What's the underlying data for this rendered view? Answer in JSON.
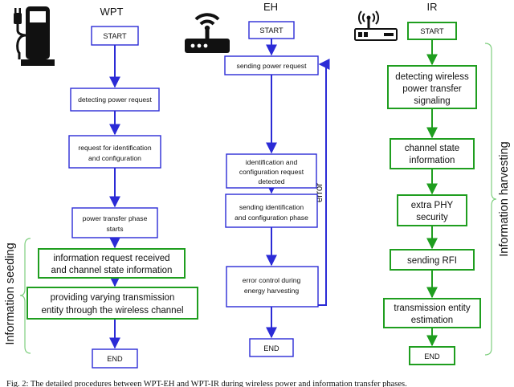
{
  "columns": {
    "wpt": {
      "title": "WPT",
      "start": "START",
      "steps": [
        [
          "detecting power request"
        ],
        [
          "request for identification",
          "and configuration"
        ],
        [
          "power transfer phase",
          "starts"
        ],
        [
          "information request received",
          "and channel state information"
        ],
        [
          "providing varying transmission",
          "entity through the wireless channel"
        ]
      ],
      "end": "END"
    },
    "eh": {
      "title": "EH",
      "start": "START",
      "steps": [
        [
          "sending power request"
        ],
        [
          "identification and",
          "configuration request",
          "detected"
        ],
        [
          "sending identification",
          "and configuration phase"
        ],
        [
          "error control during",
          "energy harvesting"
        ]
      ],
      "end": "END",
      "loop_label": "error"
    },
    "ir": {
      "title": "IR",
      "start": "START",
      "steps": [
        [
          "detecting wireless",
          "power transfer",
          "signaling"
        ],
        [
          "channel state",
          "information"
        ],
        [
          "extra PHY",
          "security"
        ],
        [
          "sending RFI"
        ],
        [
          "transmission entity",
          "estimation"
        ]
      ],
      "end": "END"
    }
  },
  "side_labels": {
    "left": "Information seeding",
    "right": "Information harvesting"
  },
  "caption": "Fig. 2: The detailed procedures between WPT-EH and WPT-IR during wireless power and information transfer phases.",
  "colors": {
    "wpt_flow": "#2b2bd6",
    "eh_flow": "#2b2bd6",
    "ir_flow": "#1f9e1f",
    "info_boxes": "#1f9e1f"
  },
  "icons": {
    "wpt": "charging-station-icon",
    "eh": "wifi-router-icon",
    "ir": "antenna-receiver-icon"
  }
}
